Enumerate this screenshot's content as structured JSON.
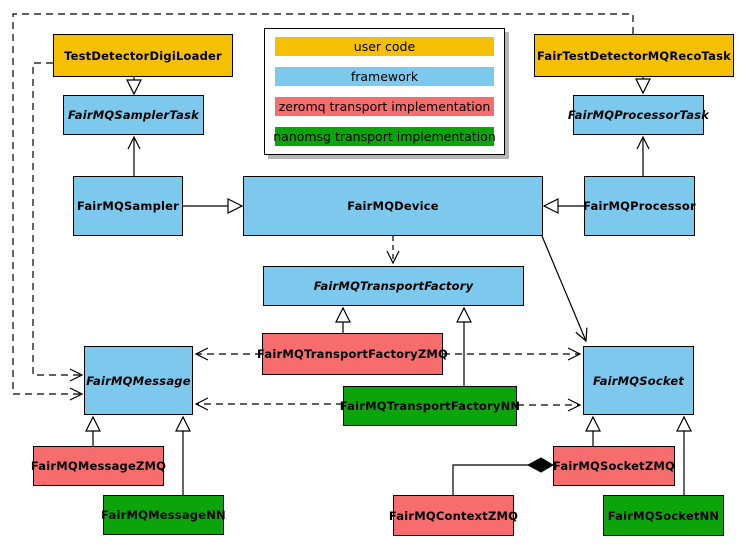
{
  "legend": {
    "items": [
      {
        "label": "user code",
        "color": "#F5C003"
      },
      {
        "label": "framework",
        "color": "#7CC9ED"
      },
      {
        "label": "zeromq transport implementation",
        "color": "#F76D6D"
      },
      {
        "label": "nanomsg transport implementation",
        "color": "#0BA50B"
      }
    ]
  },
  "colors": {
    "user_code": "#F5C003",
    "framework": "#7CC9ED",
    "zeromq": "#F76D6D",
    "nanomsg": "#0BA50B",
    "line": "#000000",
    "shadow": "#b5b5b5"
  },
  "nodes": {
    "test_detector_digi_loader": {
      "label": "TestDetectorDigiLoader",
      "category": "user code",
      "abstract": false
    },
    "fair_test_detector_mq_reco_task": {
      "label": "FairTestDetectorMQRecoTask",
      "category": "user code",
      "abstract": false
    },
    "fairmq_sampler_task": {
      "label": "FairMQSamplerTask",
      "category": "framework",
      "abstract": true
    },
    "fairmq_processor_task": {
      "label": "FairMQProcessorTask",
      "category": "framework",
      "abstract": true
    },
    "fairmq_sampler": {
      "label": "FairMQSampler",
      "category": "framework",
      "abstract": false
    },
    "fairmq_device": {
      "label": "FairMQDevice",
      "category": "framework",
      "abstract": false
    },
    "fairmq_processor": {
      "label": "FairMQProcessor",
      "category": "framework",
      "abstract": false
    },
    "fairmq_transport_factory": {
      "label": "FairMQTransportFactory",
      "category": "framework",
      "abstract": true
    },
    "fairmq_transport_factory_zmq": {
      "label": "FairMQTransportFactoryZMQ",
      "category": "zeromq",
      "abstract": false
    },
    "fairmq_transport_factory_nn": {
      "label": "FairMQTransportFactoryNN",
      "category": "nanomsg",
      "abstract": false
    },
    "fairmq_message": {
      "label": "FairMQMessage",
      "category": "framework",
      "abstract": true
    },
    "fairmq_socket": {
      "label": "FairMQSocket",
      "category": "framework",
      "abstract": true
    },
    "fairmq_message_zmq": {
      "label": "FairMQMessageZMQ",
      "category": "zeromq",
      "abstract": false
    },
    "fairmq_message_nn": {
      "label": "FairMQMessageNN",
      "category": "nanomsg",
      "abstract": false
    },
    "fairmq_socket_zmq": {
      "label": "FairMQSocketZMQ",
      "category": "zeromq",
      "abstract": false
    },
    "fairmq_socket_nn": {
      "label": "FairMQSocketNN",
      "category": "nanomsg",
      "abstract": false
    },
    "fairmq_context_zmq": {
      "label": "FairMQContextZMQ",
      "category": "zeromq",
      "abstract": false
    }
  },
  "edges": [
    {
      "from": "TestDetectorDigiLoader",
      "to": "FairMQSamplerTask",
      "type": "generalization",
      "style": "solid"
    },
    {
      "from": "FairTestDetectorMQRecoTask",
      "to": "FairMQProcessorTask",
      "type": "generalization",
      "style": "solid"
    },
    {
      "from": "FairMQSampler",
      "to": "FairMQSamplerTask",
      "type": "association",
      "style": "solid"
    },
    {
      "from": "FairMQProcessor",
      "to": "FairMQProcessorTask",
      "type": "association",
      "style": "solid"
    },
    {
      "from": "FairMQSampler",
      "to": "FairMQDevice",
      "type": "generalization",
      "style": "solid"
    },
    {
      "from": "FairMQProcessor",
      "to": "FairMQDevice",
      "type": "generalization",
      "style": "solid"
    },
    {
      "from": "FairMQDevice",
      "to": "FairMQTransportFactory",
      "type": "dependency",
      "style": "dashed"
    },
    {
      "from": "FairMQDevice",
      "to": "FairMQSocket",
      "type": "association",
      "style": "solid"
    },
    {
      "from": "FairMQTransportFactoryZMQ",
      "to": "FairMQTransportFactory",
      "type": "generalization",
      "style": "solid"
    },
    {
      "from": "FairMQTransportFactoryNN",
      "to": "FairMQTransportFactory",
      "type": "generalization",
      "style": "solid"
    },
    {
      "from": "FairMQTransportFactoryZMQ",
      "to": "FairMQMessage",
      "type": "dependency",
      "style": "dashed"
    },
    {
      "from": "FairMQTransportFactoryZMQ",
      "to": "FairMQSocket",
      "type": "dependency",
      "style": "dashed"
    },
    {
      "from": "FairMQTransportFactoryNN",
      "to": "FairMQMessage",
      "type": "dependency",
      "style": "dashed"
    },
    {
      "from": "FairMQTransportFactoryNN",
      "to": "FairMQSocket",
      "type": "dependency",
      "style": "dashed"
    },
    {
      "from": "TestDetectorDigiLoader",
      "to": "FairMQMessage",
      "type": "dependency",
      "style": "dashed"
    },
    {
      "from": "FairTestDetectorMQRecoTask",
      "to": "FairMQMessage",
      "type": "dependency",
      "style": "dashed"
    },
    {
      "from": "FairMQMessageZMQ",
      "to": "FairMQMessage",
      "type": "generalization",
      "style": "solid"
    },
    {
      "from": "FairMQMessageNN",
      "to": "FairMQMessage",
      "type": "generalization",
      "style": "solid"
    },
    {
      "from": "FairMQSocketZMQ",
      "to": "FairMQSocket",
      "type": "generalization",
      "style": "solid"
    },
    {
      "from": "FairMQSocketNN",
      "to": "FairMQSocket",
      "type": "generalization",
      "style": "solid"
    },
    {
      "from": "FairMQContextZMQ",
      "to": "FairMQSocketZMQ",
      "type": "composition",
      "style": "solid"
    }
  ]
}
